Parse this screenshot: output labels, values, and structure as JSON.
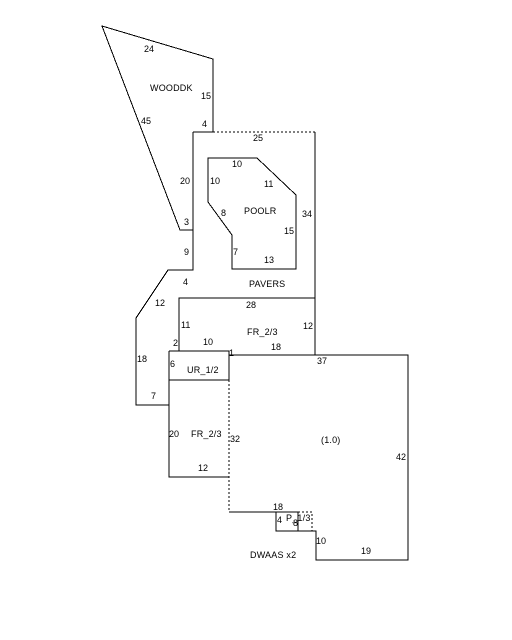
{
  "areas": {
    "wooddk": "WOODDK",
    "poolr": "POOLR",
    "pavers": "PAVERS",
    "fr_upper": "FR_2/3",
    "ur": "UR_1/2",
    "fr_lower": "FR_2/3",
    "main": "(1.0)",
    "porch": "P_1/3",
    "caption": "DWAAS x2"
  },
  "dimensions": {
    "wooddk_top": "24",
    "wooddk_right": "15",
    "wooddk_diag": "45",
    "wooddk_step": "4",
    "pavers_top": "25",
    "pavers_left_upper": "20",
    "pavers_notch": "3",
    "pavers_left_lower": "9",
    "pavers_step": "4",
    "pavers_right": "34",
    "pool_top": "10",
    "pool_diag_top": "11",
    "pool_left": "10",
    "pool_diag_left": "8",
    "pool_right": "15",
    "pool_left_lower": "7",
    "pool_bottom": "13",
    "diag_left": "12",
    "left_side": "18",
    "left_bottom": "7",
    "fr_top": "28",
    "fr_left": "11",
    "fr_right": "12",
    "fr_bottom": "18",
    "ur_top": "10",
    "ur_corner": "2",
    "ur_left": "6",
    "one_mark": "1",
    "main_top": "37",
    "main_right": "42",
    "main_left": "32",
    "main_bottom": "18",
    "fr_lower_left": "20",
    "fr_lower_bottom": "12",
    "porch_left": "4",
    "porch_bottom": "8",
    "porch_right": "10",
    "bottom_right": "19"
  }
}
